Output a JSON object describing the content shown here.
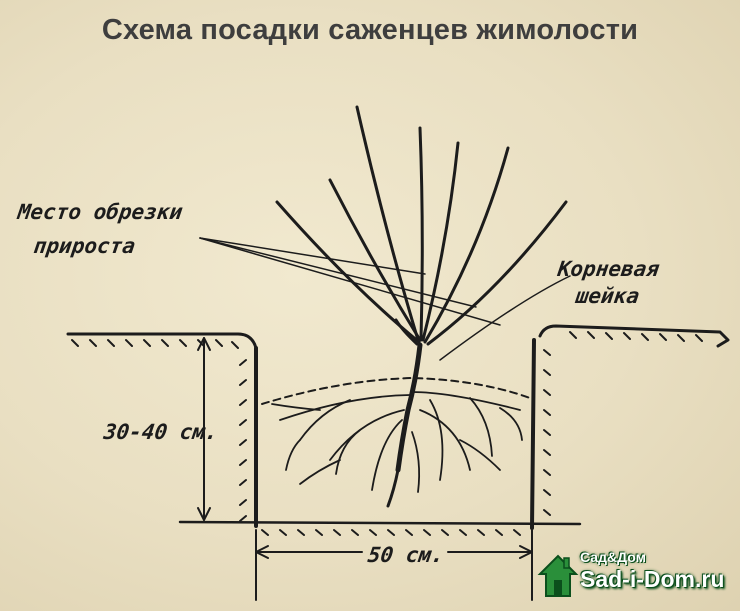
{
  "title": "Схема посадки саженцев жимолости",
  "labels": {
    "cut_line1": "Место обрезки",
    "cut_line2": "прироста",
    "root_neck_line1": "Корневая",
    "root_neck_line2": "шейка",
    "depth": "30-40 см.",
    "width": "50 см."
  },
  "logo": {
    "small": "Сад&Дом",
    "big": "Sad-i-Dom.ru"
  },
  "colors": {
    "paper": "#ece3c8",
    "ink": "#1c1c1c",
    "title": "#3e3e3e",
    "logo_green": "#1f7a2e"
  }
}
